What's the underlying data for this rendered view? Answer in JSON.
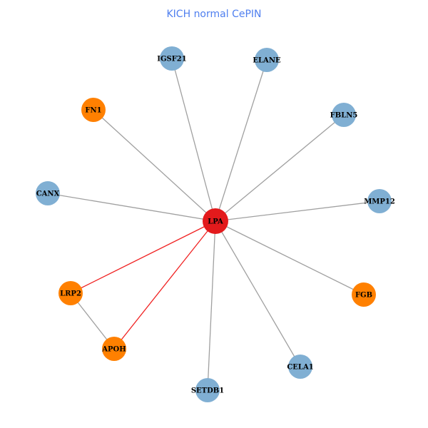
{
  "title": "KICH normal CePIN",
  "colors": {
    "hub": "#e31a1c",
    "orange": "#ff8000",
    "blue": "#80afd3",
    "edge_default": "#a0a0a0",
    "edge_highlight": "#f02020"
  },
  "nodes": [
    {
      "id": "LPA",
      "type": "hub"
    },
    {
      "id": "IGSF21",
      "type": "blue"
    },
    {
      "id": "ELANE",
      "type": "blue"
    },
    {
      "id": "FN1",
      "type": "orange"
    },
    {
      "id": "FBLN5",
      "type": "blue"
    },
    {
      "id": "CANX",
      "type": "blue"
    },
    {
      "id": "MMP12",
      "type": "blue"
    },
    {
      "id": "LRP2",
      "type": "orange"
    },
    {
      "id": "FGB",
      "type": "orange"
    },
    {
      "id": "APOH",
      "type": "orange"
    },
    {
      "id": "CELA1",
      "type": "blue"
    },
    {
      "id": "SETDB1",
      "type": "blue"
    }
  ],
  "edges": [
    {
      "source": "LPA",
      "target": "IGSF21",
      "highlight": false
    },
    {
      "source": "LPA",
      "target": "ELANE",
      "highlight": false
    },
    {
      "source": "LPA",
      "target": "FN1",
      "highlight": false
    },
    {
      "source": "LPA",
      "target": "FBLN5",
      "highlight": false
    },
    {
      "source": "LPA",
      "target": "CANX",
      "highlight": false
    },
    {
      "source": "LPA",
      "target": "MMP12",
      "highlight": false
    },
    {
      "source": "LPA",
      "target": "LRP2",
      "highlight": true
    },
    {
      "source": "LPA",
      "target": "FGB",
      "highlight": false
    },
    {
      "source": "LPA",
      "target": "APOH",
      "highlight": true
    },
    {
      "source": "LPA",
      "target": "CELA1",
      "highlight": false
    },
    {
      "source": "LPA",
      "target": "SETDB1",
      "highlight": false
    },
    {
      "source": "LRP2",
      "target": "APOH",
      "highlight": false
    }
  ]
}
